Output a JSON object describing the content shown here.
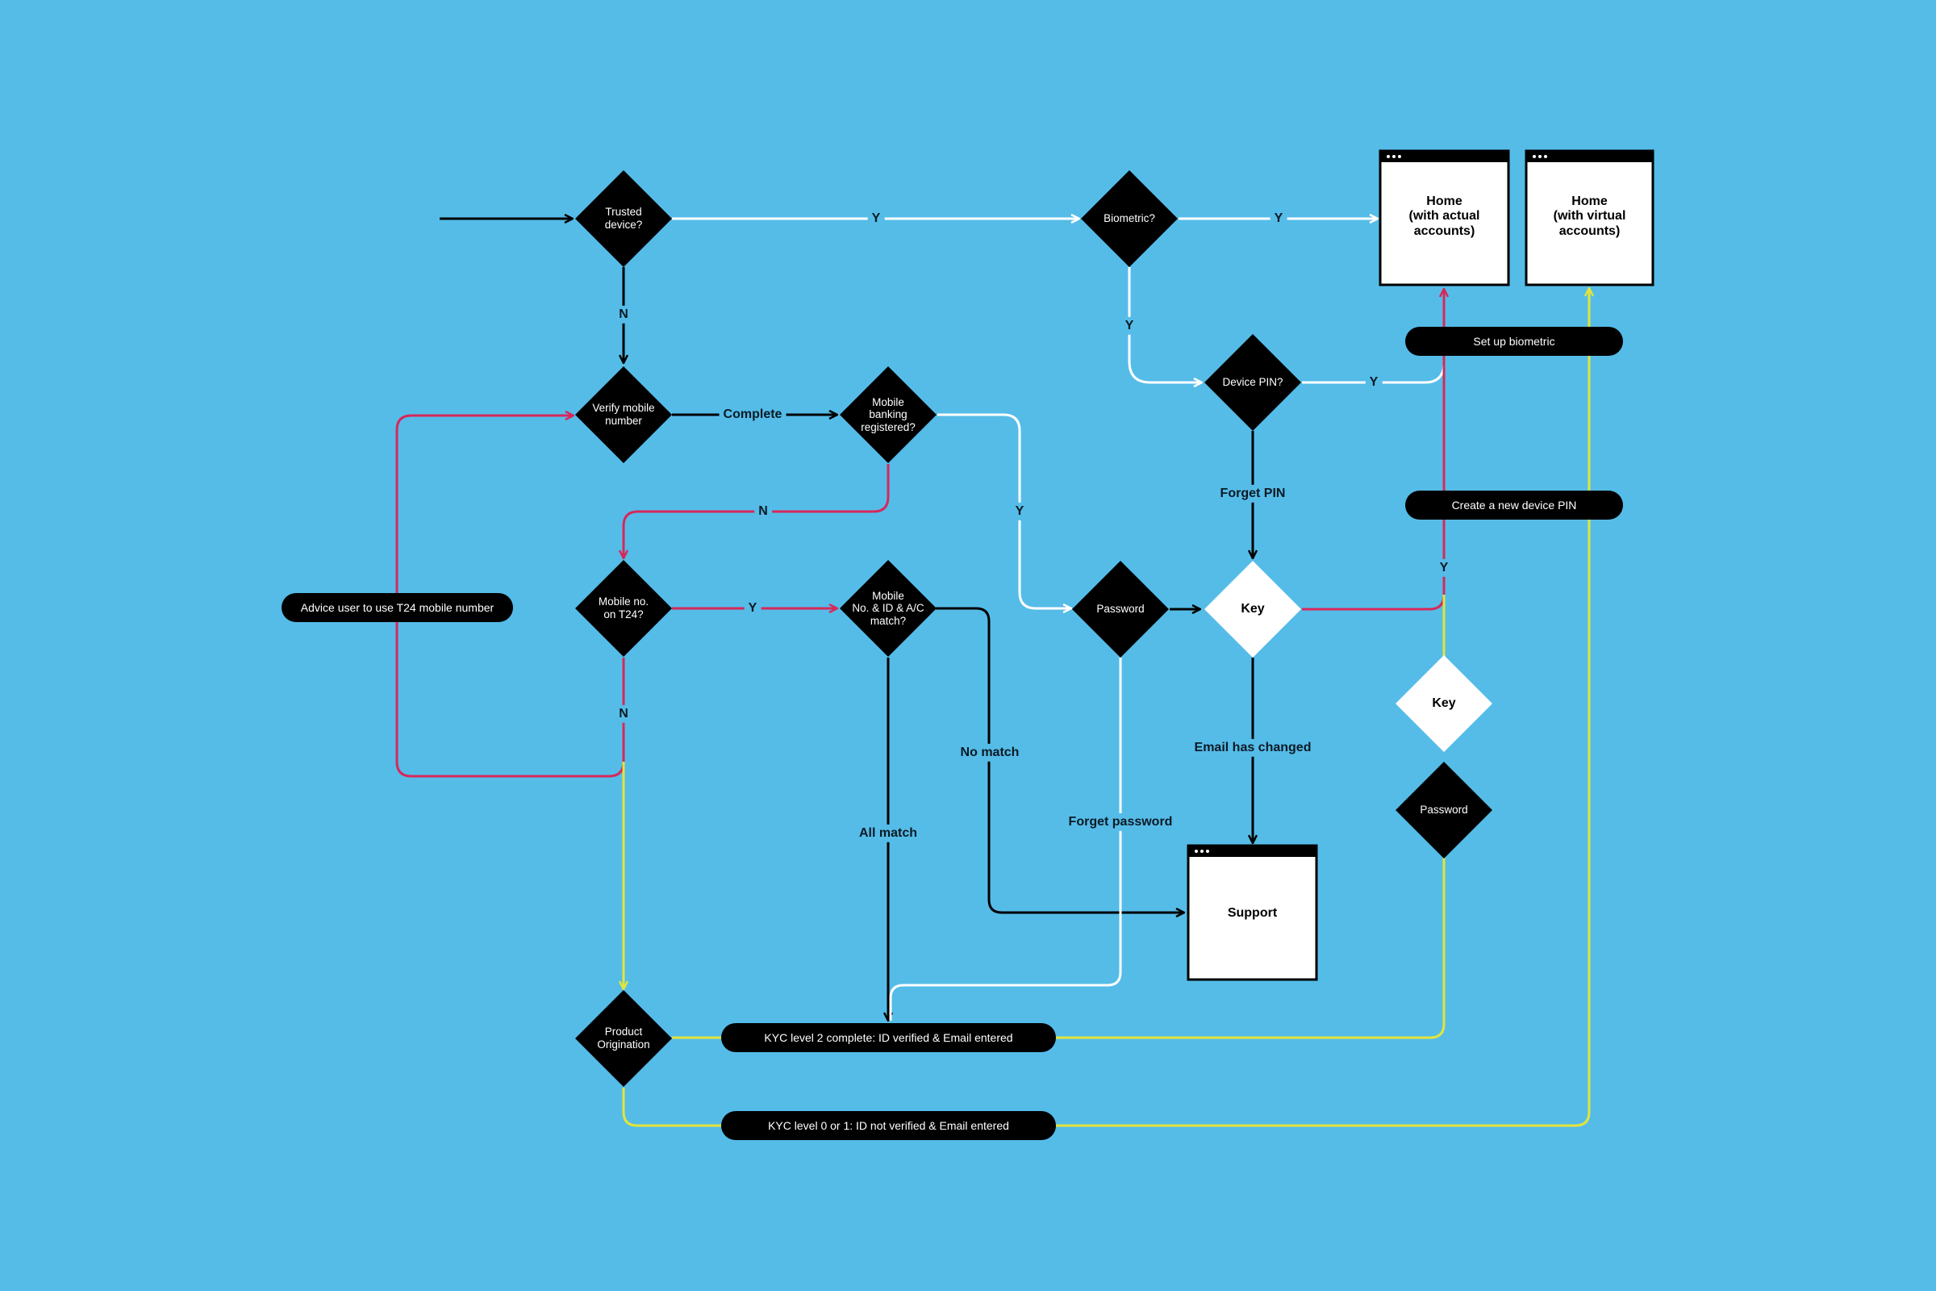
{
  "nodes": {
    "trusted_device": "Trusted\ndevice?",
    "verify_mobile": "Verify mobile\nnumber",
    "mobile_banking": "Mobile\nbanking\nregistered?",
    "mobile_on_t24": "Mobile no.\non T24?",
    "match_check": "Mobile\nNo. & ID & A/C\nmatch?",
    "product_origination": "Product\nOrigination",
    "biometric": "Biometric?",
    "device_pin": "Device PIN?",
    "password_main": "Password",
    "key_main": "Key",
    "key_right": "Key",
    "password_right": "Password"
  },
  "windows": {
    "home_actual": "Home\n(with actual\naccounts)",
    "home_virtual": "Home\n(with virtual\naccounts)",
    "support": "Support"
  },
  "pills": {
    "advice": "Advice user to use T24 mobile number",
    "setup_biometric": "Set up biometric",
    "create_pin": "Create a new device PIN",
    "kyc2": "KYC level 2 complete: ID verified & Email entered",
    "kyc0": "KYC level 0 or 1: ID not verified & Email entered"
  },
  "edge_labels": {
    "y_trusted": "Y",
    "y_biometric": "Y",
    "n_trusted": "N",
    "y_bio_down": "Y",
    "y_devicepin": "Y",
    "complete": "Complete",
    "n_banking": "N",
    "y_banking": "Y",
    "forget_pin": "Forget PIN",
    "y_t24": "Y",
    "y_key": "Y",
    "n_t24": "N",
    "no_match": "No match",
    "email_changed": "Email has changed",
    "forget_password": "Forget password",
    "all_match": "All match"
  },
  "colors": {
    "background": "#55bce8",
    "black_flow": "#000000",
    "white_flow": "#ffffff",
    "red_flow": "#d6285a",
    "yellow_flow": "#e3e43a"
  }
}
